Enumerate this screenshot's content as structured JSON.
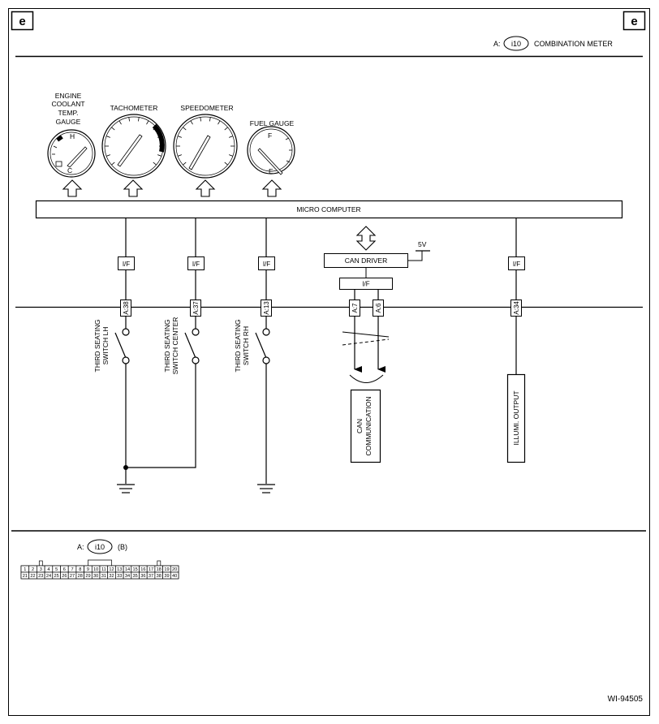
{
  "corner_mark_left": "e",
  "corner_mark_right": "e",
  "header": {
    "connector_prefix": "A:",
    "connector_id": "i10",
    "title": "COMBINATION METER"
  },
  "gauges": {
    "coolant_label_1": "ENGINE",
    "coolant_label_2": "COOLANT",
    "coolant_label_3": "TEMP.",
    "coolant_label_4": "GAUGE",
    "coolant_hot": "H",
    "coolant_cold": "C",
    "tachometer_label": "TACHOMETER",
    "speedometer_label": "SPEEDOMETER",
    "fuel_label": "FUEL GAUGE",
    "fuel_full": "F",
    "fuel_empty": "E"
  },
  "micro_computer": "MICRO COMPUTER",
  "interface_label": "I/F",
  "can_driver": "CAN DRIVER",
  "voltage": "5V",
  "pins": {
    "a38": "A:38",
    "a37": "A:37",
    "a13": "A:13",
    "a7": "A:7",
    "a6": "A:6",
    "a34": "A:34"
  },
  "switches": {
    "lh_1": "THIRD SEATING",
    "lh_2": "SWITCH LH",
    "center_1": "THIRD SEATING",
    "center_2": "SWITCH CENTER",
    "rh_1": "THIRD SEATING",
    "rh_2": "SWITCH RH"
  },
  "can_box_1": "CAN",
  "can_box_2": "COMMUNICATION",
  "illumi_box": "ILLUMI. OUTPUT",
  "legend": {
    "prefix": "A:",
    "connector_id": "i10",
    "color": "(B)",
    "row1": [
      "1",
      "2",
      "3",
      "4",
      "5",
      "6",
      "7",
      "8",
      "9",
      "10",
      "11",
      "12",
      "13",
      "14",
      "15",
      "16",
      "17",
      "18",
      "19",
      "20"
    ],
    "row2": [
      "21",
      "22",
      "23",
      "24",
      "25",
      "26",
      "27",
      "28",
      "29",
      "30",
      "31",
      "32",
      "33",
      "34",
      "35",
      "36",
      "37",
      "38",
      "39",
      "40"
    ]
  },
  "figure_id": "WI-94505"
}
